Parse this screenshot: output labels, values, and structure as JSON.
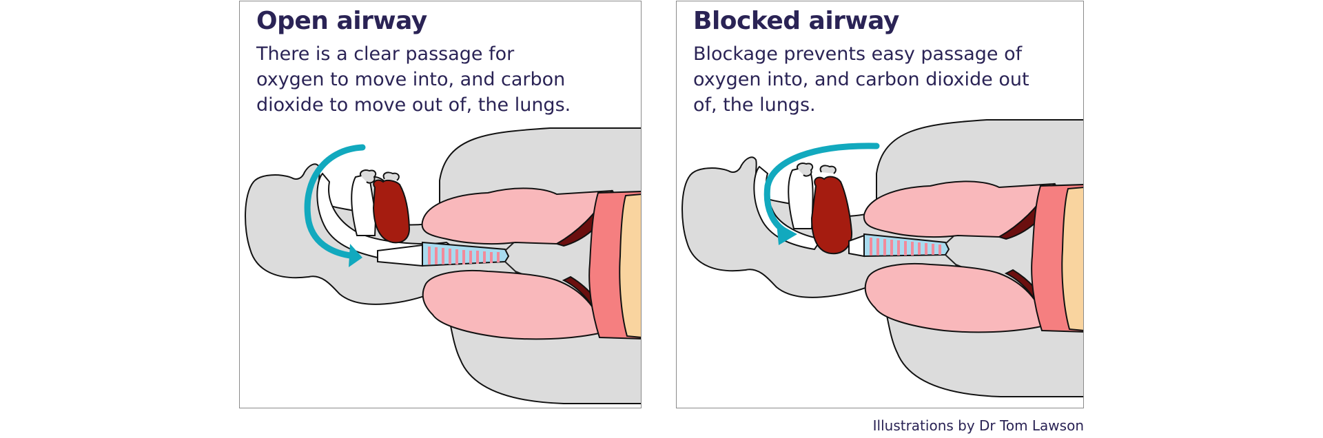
{
  "open": {
    "title": "Open airway",
    "text_lines": [
      "There is a clear passage for",
      "oxygen to move into, and carbon",
      "dioxide to move out of, the lungs."
    ]
  },
  "blocked": {
    "title": "Blocked airway",
    "text_lines": [
      "Blockage prevents easy passage of",
      "oxygen into, and carbon dioxide out",
      "of, the lungs."
    ]
  },
  "credit": "Illustrations by Dr Tom Lawson",
  "colors": {
    "body": "#dcdcdc",
    "lung": "#f9b8bb",
    "tongue": "#a51c10",
    "arrow": "#12a9be",
    "heart_outer": "#f57f80",
    "heart_inner": "#f9d49f",
    "dark": "#6b0f0f",
    "trachea": "#a9dbef",
    "text": "#2a2355"
  }
}
